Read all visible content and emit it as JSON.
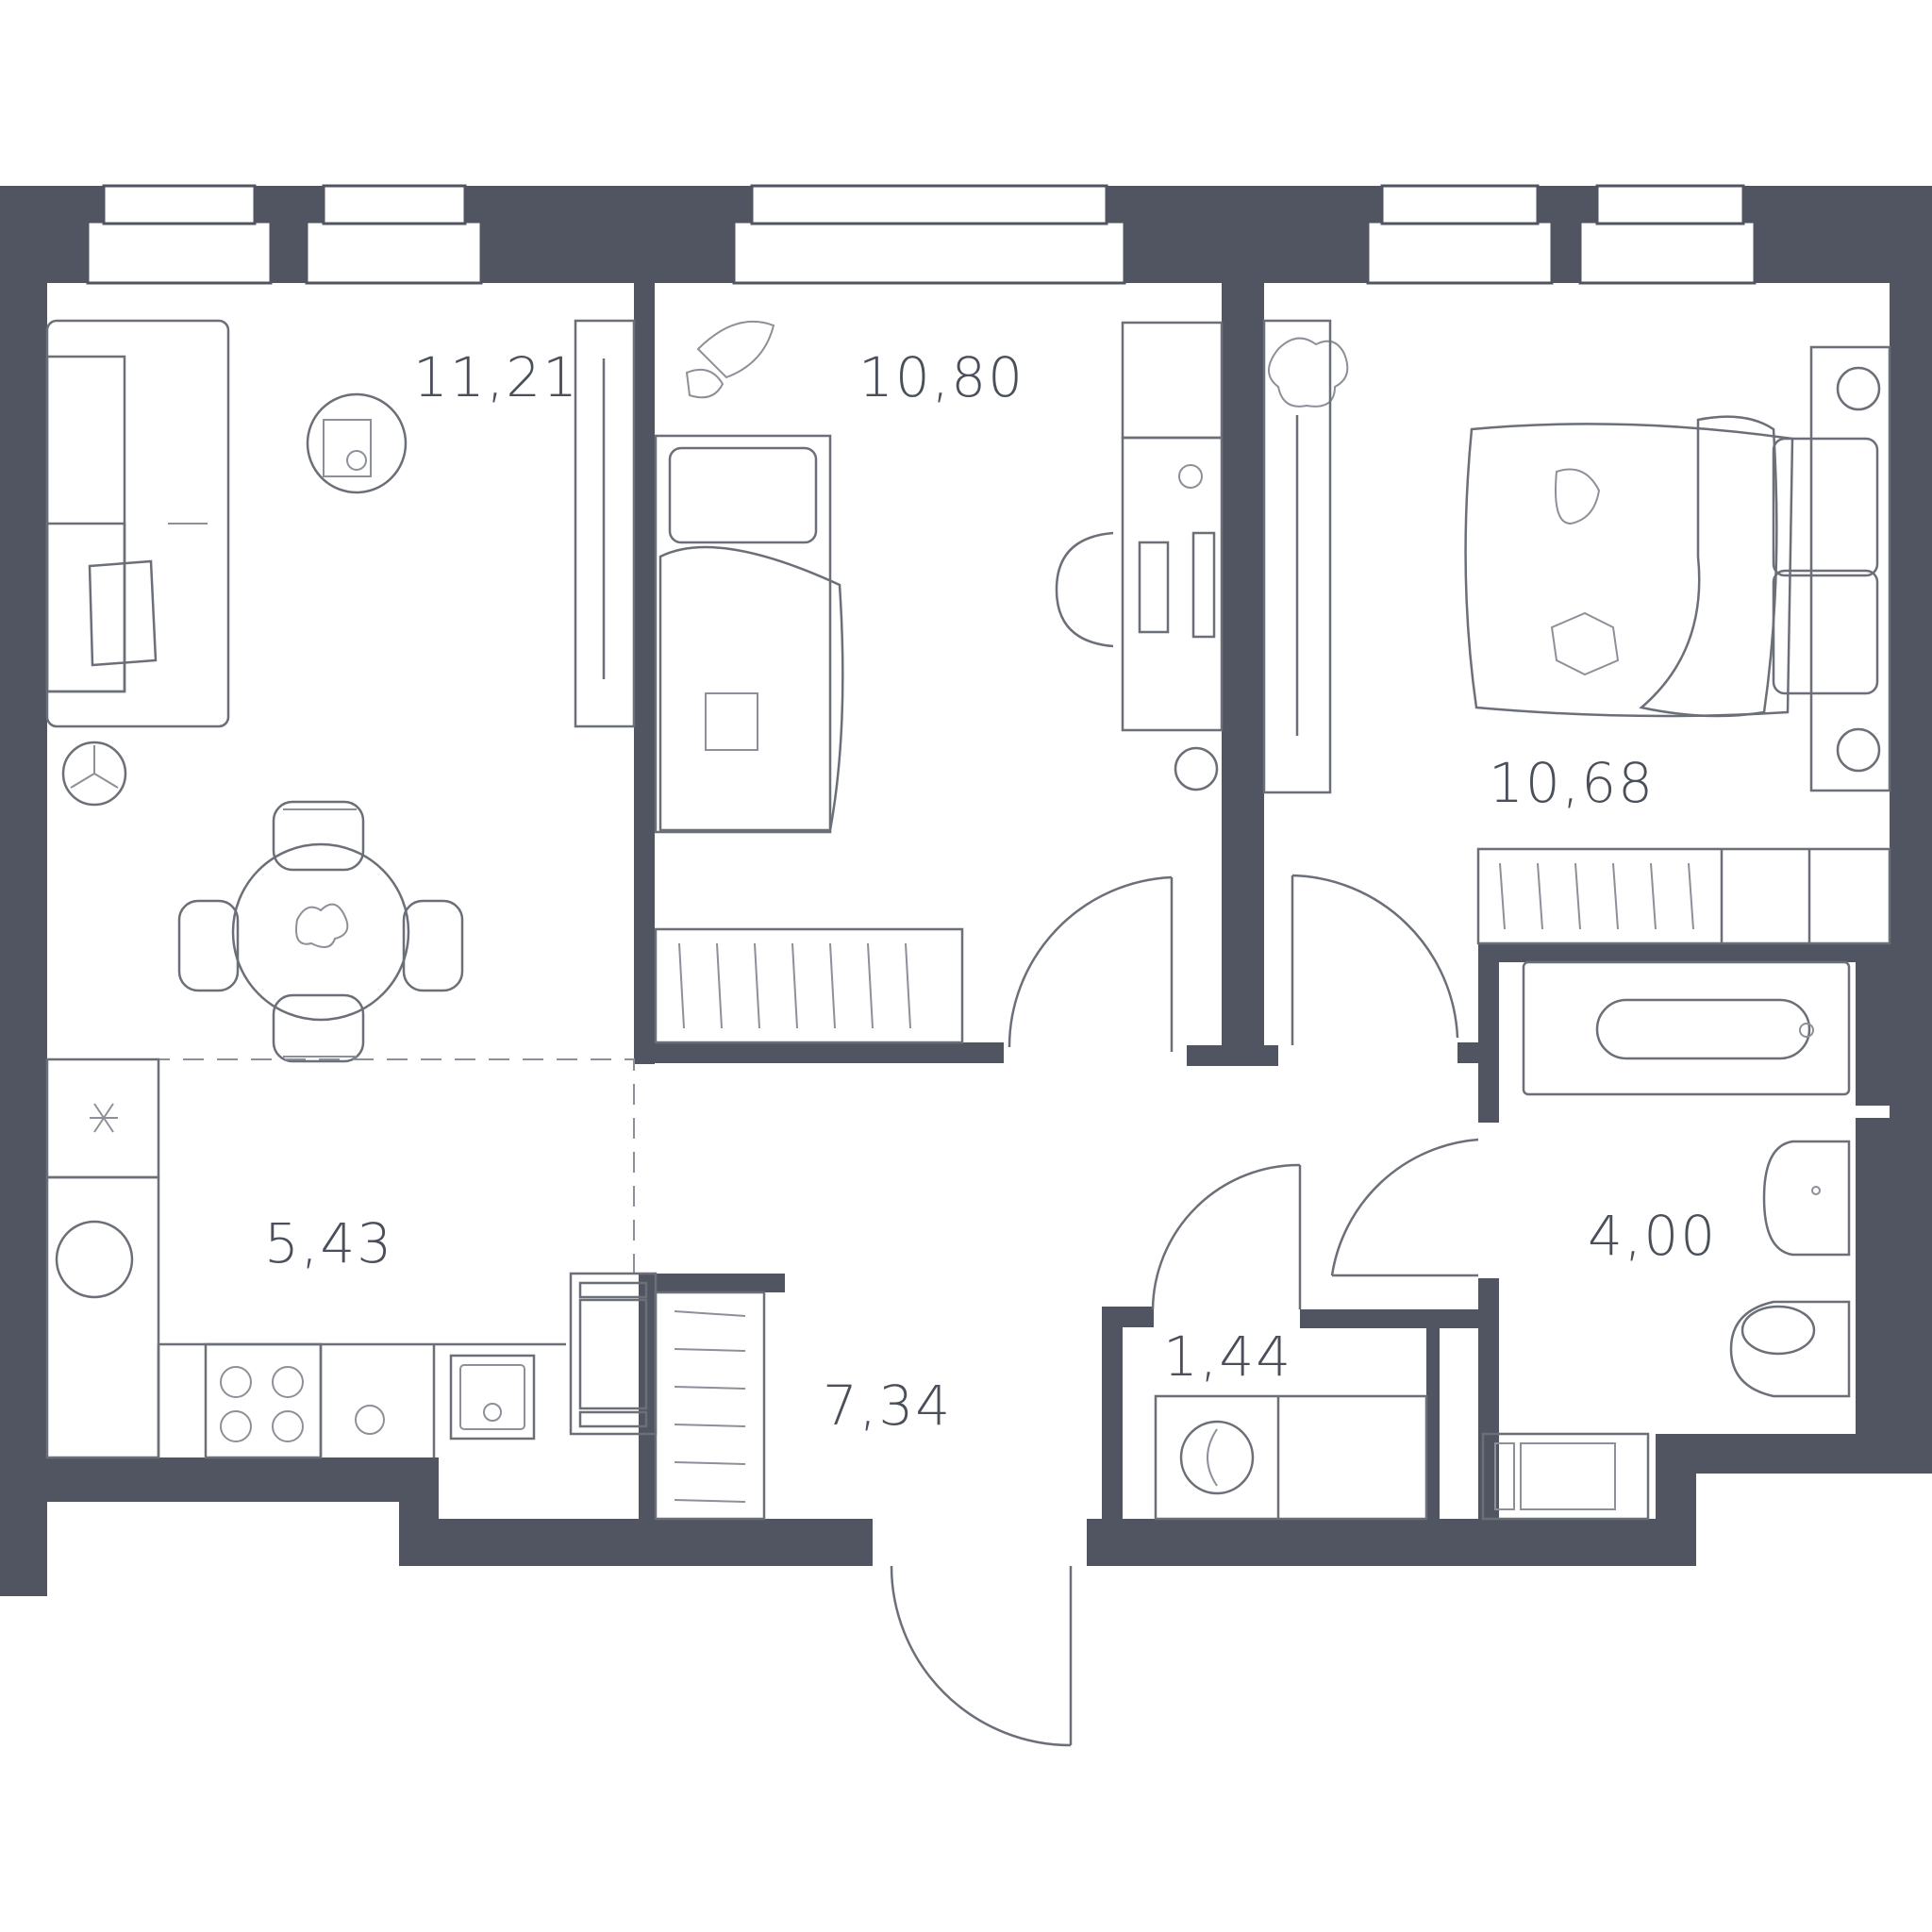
{
  "plan": {
    "wall_color": "#505561",
    "line_color": "#6b6f78",
    "rooms": [
      {
        "id": "living",
        "area": "11,21"
      },
      {
        "id": "bedroom-1",
        "area": "10,80"
      },
      {
        "id": "bedroom-2",
        "area": "10,68"
      },
      {
        "id": "kitchen",
        "area": "5,43"
      },
      {
        "id": "bathroom",
        "area": "4,00"
      },
      {
        "id": "hall",
        "area": "7,34"
      },
      {
        "id": "laundry",
        "area": "1,44"
      }
    ]
  }
}
